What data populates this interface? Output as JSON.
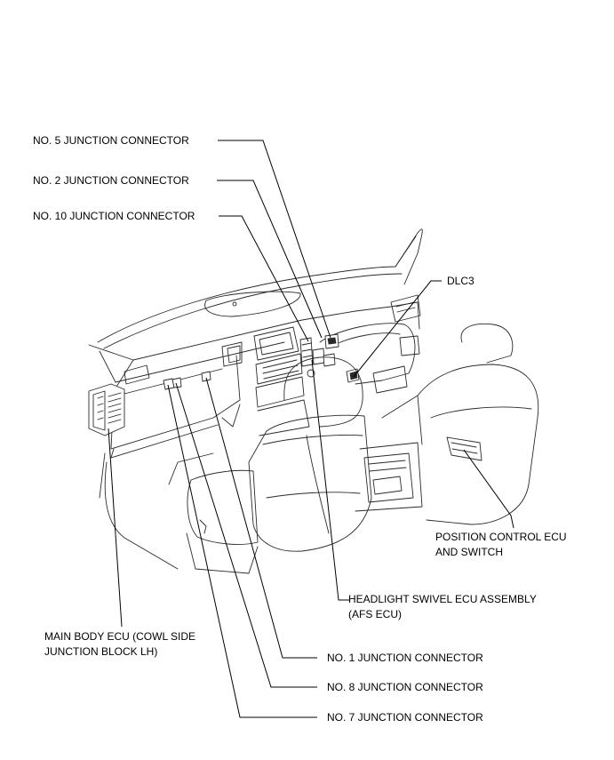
{
  "labels": {
    "no5": "NO. 5 JUNCTION CONNECTOR",
    "no2": "NO. 2 JUNCTION CONNECTOR",
    "no10": "NO. 10 JUNCTION CONNECTOR",
    "dlc3": "DLC3",
    "position_ecu": [
      "POSITION CONTROL ECU",
      "AND SWITCH"
    ],
    "headlight_ecu": [
      "HEADLIGHT SWIVEL ECU ASSEMBLY",
      "(AFS ECU)"
    ],
    "main_body_ecu": [
      "MAIN BODY ECU (COWL SIDE",
      "JUNCTION BLOCK LH)"
    ],
    "no1": "NO. 1 JUNCTION CONNECTOR",
    "no8": "NO. 8 JUNCTION CONNECTOR",
    "no7": "NO. 7 JUNCTION CONNECTOR"
  }
}
